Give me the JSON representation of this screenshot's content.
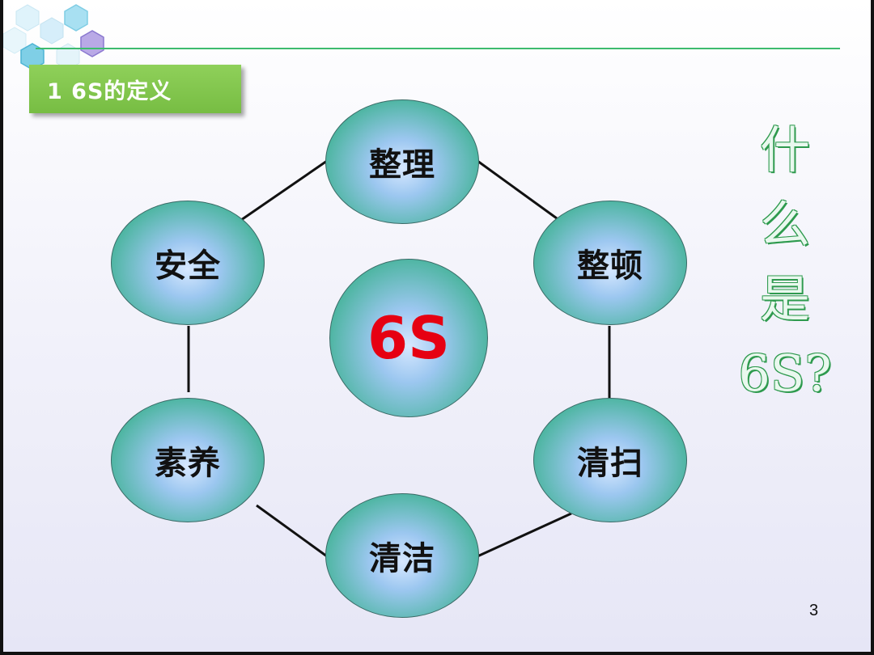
{
  "slide": {
    "section_title": "1  6S的定义",
    "center_label": "6S",
    "nodes": {
      "seiri": "整理",
      "seiton": "整顿",
      "seiso": "清扫",
      "seiketsu": "清洁",
      "shitsuke": "素养",
      "safety": "安全"
    },
    "question": [
      "什",
      "么",
      "是",
      "6S?"
    ],
    "page_number": "3"
  },
  "colors": {
    "accent_green": "#77bd43",
    "line_green": "#3dbb6e",
    "center_text": "#e60012",
    "node_fill": "#48b49c"
  }
}
